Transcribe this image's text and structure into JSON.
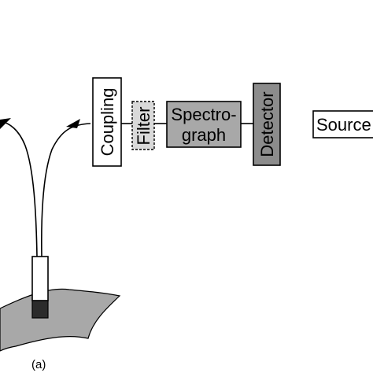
{
  "diagram": {
    "blocks": {
      "coupling": "Coupling",
      "filter": "Filter",
      "spectrograph_line1": "Spectro-",
      "spectrograph_line2": "graph",
      "detector": "Detector",
      "source": "Source"
    },
    "caption": "(a)"
  },
  "colors": {
    "line": "#000000",
    "box_fill_white": "#ffffff",
    "box_fill_light_gray": "#d9d9d9",
    "box_fill_gray": "#a8a8a8",
    "box_fill_dark_gray": "#8c8c8c",
    "probe_tip": "#2b2b2b"
  }
}
